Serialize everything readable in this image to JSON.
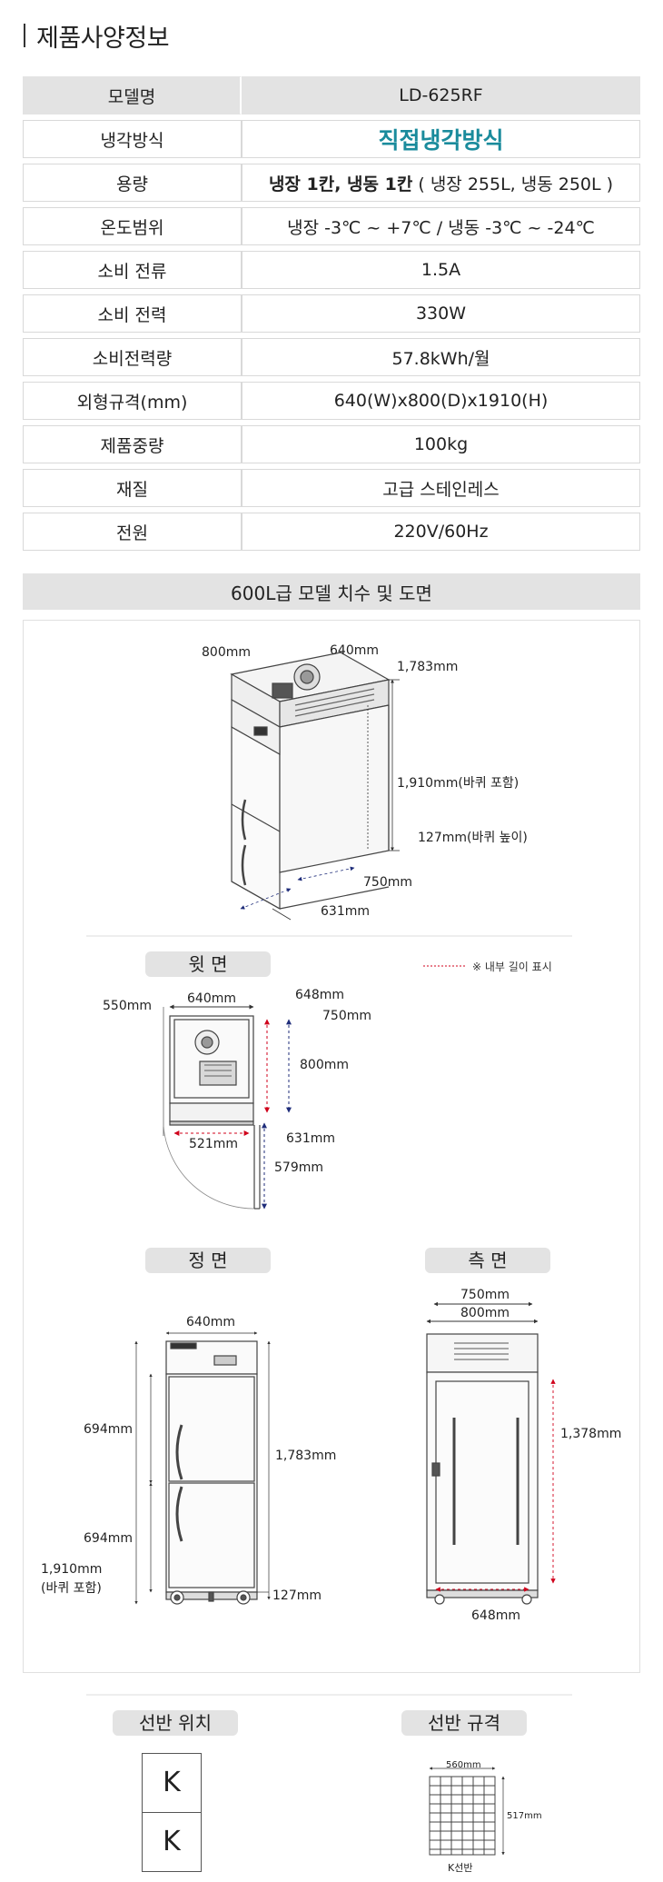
{
  "page_title": "제품사양정보",
  "spec_table": {
    "head": {
      "label": "모델명",
      "value": "LD-625RF"
    },
    "rows": [
      {
        "label": "냉각방식",
        "value": "직접냉각방식"
      },
      {
        "label": "용량",
        "value_bold": "냉장 1칸, 냉동 1칸",
        "value_rest": " ( 냉장 255L, 냉동 250L )"
      },
      {
        "label": "온도범위",
        "value": "냉장 -3℃ ~ +7℃ / 냉동 -3℃ ~ -24℃"
      },
      {
        "label": "소비 전류",
        "value": "1.5A"
      },
      {
        "label": "소비 전력",
        "value": "330W"
      },
      {
        "label": "소비전력량",
        "value": "57.8kWh/월"
      },
      {
        "label": "외형규격(mm)",
        "value": "640(W)x800(D)x1910(H)"
      },
      {
        "label": "제품중량",
        "value": "100kg"
      },
      {
        "label": "재질",
        "value": "고급 스테인레스"
      },
      {
        "label": "전원",
        "value": "220V/60Hz"
      }
    ]
  },
  "section_title": "600L급 모델 치수 및 도면",
  "iso_view": {
    "dims": {
      "d800": "800mm",
      "d640": "640mm",
      "d1783": "1,783mm",
      "d1910": "1,910mm(바퀴 포함)",
      "d127": "127mm(바퀴 높이)",
      "d750": "750mm",
      "d631": "631mm"
    }
  },
  "top_view": {
    "label": "윗 면",
    "note": "※ 내부 길이 표시",
    "dims": {
      "d550": "550mm",
      "d640": "640mm",
      "d648": "648mm",
      "d750": "750mm",
      "d800": "800mm",
      "d521": "521mm",
      "d631": "631mm",
      "d579": "579mm"
    }
  },
  "front_view": {
    "label": "정 면",
    "dims": {
      "d640": "640mm",
      "d694a": "694mm",
      "d694b": "694mm",
      "d1783": "1,783mm",
      "d1910": "1,910mm",
      "d1910b": "(바퀴 포함)",
      "d127": "127mm"
    }
  },
  "side_view": {
    "label": "측 면",
    "dims": {
      "d750": "750mm",
      "d800": "800mm",
      "d1378": "1,378mm",
      "d648": "648mm"
    }
  },
  "shelf_position": {
    "label": "선반 위치",
    "items": [
      "K",
      "K"
    ]
  },
  "shelf_spec": {
    "label": "선반 규격",
    "width": "560mm",
    "depth": "517mm",
    "caption": "K선반"
  },
  "colors": {
    "accent": "#1a8b9c",
    "red_dim": "#d0021b",
    "blue_dim": "#1f2d7a",
    "gray_bar": "#e3e3e3"
  }
}
